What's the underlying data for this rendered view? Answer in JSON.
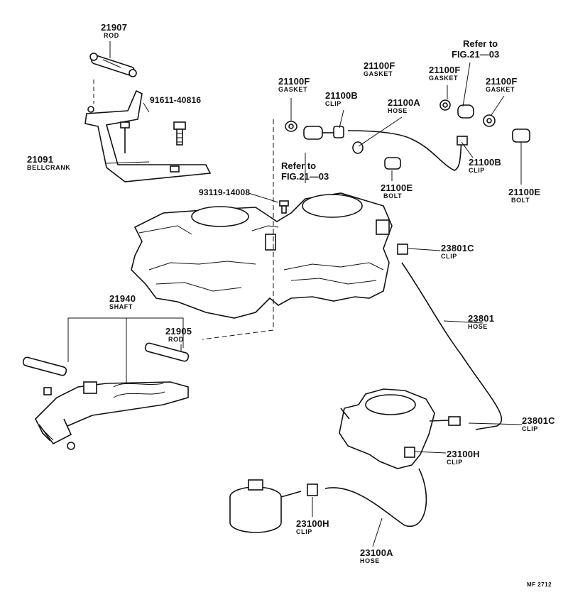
{
  "parts": [
    {
      "key": "rod_21907",
      "number": "21907",
      "name": "ROD"
    },
    {
      "key": "screw_91611",
      "number": "91611-40816",
      "name": ""
    },
    {
      "key": "bellcrank_21091",
      "number": "21091",
      "name": "BELLCRANK"
    },
    {
      "key": "gasket_21100f_a",
      "number": "21100F",
      "name": "GASKET"
    },
    {
      "key": "clip_21100b_a",
      "number": "21100B",
      "name": "CLIP"
    },
    {
      "key": "gasket_21100f_b",
      "number": "21100F",
      "name": "GASKET"
    },
    {
      "key": "hose_21100a",
      "number": "21100A",
      "name": "HOSE"
    },
    {
      "key": "gasket_21100f_c",
      "number": "21100F",
      "name": "GASKET"
    },
    {
      "key": "gasket_21100f_d",
      "number": "21100F",
      "name": "GASKET"
    },
    {
      "key": "clip_21100b_b",
      "number": "21100B",
      "name": "CLIP"
    },
    {
      "key": "bolt_21100e_a",
      "number": "21100E",
      "name": "BOLT"
    },
    {
      "key": "bolt_21100e_b",
      "number": "21100E",
      "name": "BOLT"
    },
    {
      "key": "screw_93119",
      "number": "93119-14008",
      "name": ""
    },
    {
      "key": "clip_23801c_a",
      "number": "23801C",
      "name": "CLIP"
    },
    {
      "key": "hose_23801",
      "number": "23801",
      "name": "HOSE"
    },
    {
      "key": "shaft_21940",
      "number": "21940",
      "name": "SHAFT"
    },
    {
      "key": "rod_21905",
      "number": "21905",
      "name": "ROD"
    },
    {
      "key": "clip_23801c_b",
      "number": "23801C",
      "name": "CLIP"
    },
    {
      "key": "clip_23100h_a",
      "number": "23100H",
      "name": "CLIP"
    },
    {
      "key": "clip_23100h_b",
      "number": "23100H",
      "name": "CLIP"
    },
    {
      "key": "hose_23100a",
      "number": "23100A",
      "name": "HOSE"
    }
  ],
  "references": [
    {
      "key": "ref_top",
      "line1": "Refer to",
      "line2": "FIG.21—03"
    },
    {
      "key": "ref_mid",
      "line1": "Refer to",
      "line2": "FIG.21—03"
    }
  ],
  "footer": {
    "code": "MF 2712"
  }
}
